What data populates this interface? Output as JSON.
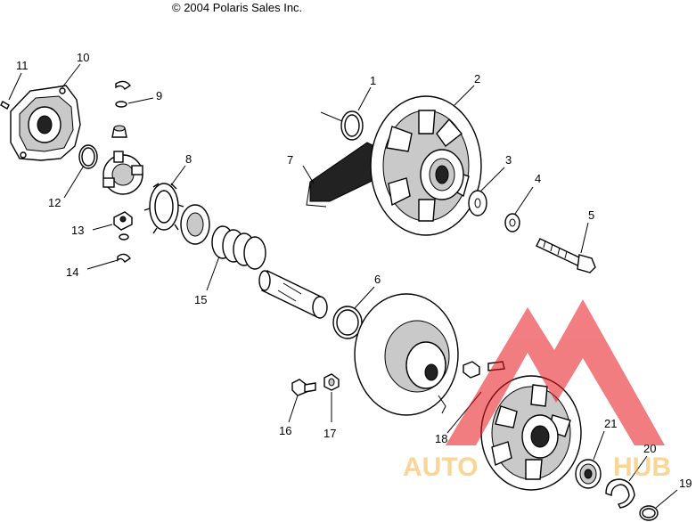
{
  "copyright": "© 2004 Polaris Sales Inc.",
  "callouts": [
    "1",
    "2",
    "3",
    "4",
    "5",
    "6",
    "7",
    "8",
    "9",
    "10",
    "11",
    "12",
    "13",
    "14",
    "15",
    "16",
    "17",
    "18",
    "19",
    "20",
    "21"
  ],
  "watermark": {
    "text_left": "AUTO",
    "text_right": "HUB",
    "triangle_color": "#e8131b",
    "text_color": "#f5b342"
  }
}
